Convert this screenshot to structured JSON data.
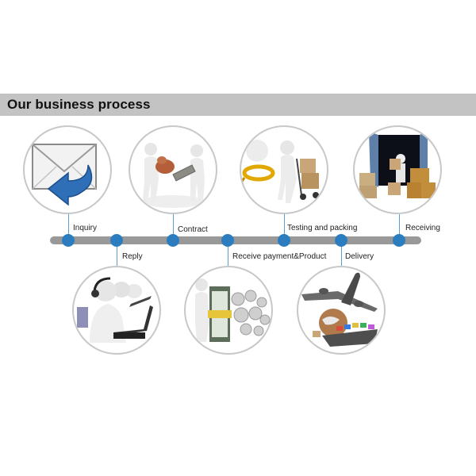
{
  "header": {
    "title": "Our business process"
  },
  "steps": [
    {
      "id": "inquiry",
      "label": "Inquiry",
      "position": "top",
      "icon": "mail-reply-icon"
    },
    {
      "id": "reply",
      "label": "Reply",
      "position": "bottom",
      "icon": "call-center-icon"
    },
    {
      "id": "contract",
      "label": "Contract",
      "position": "top",
      "icon": "stamp-contract-icon"
    },
    {
      "id": "payment",
      "label": "Receive payment&Product",
      "position": "bottom",
      "icon": "money-gears-icon"
    },
    {
      "id": "testing",
      "label": "Testing and packing",
      "position": "top",
      "icon": "inspect-pack-icon"
    },
    {
      "id": "delivery",
      "label": "Delivery",
      "position": "bottom",
      "icon": "plane-ship-globe-icon"
    },
    {
      "id": "receiving",
      "label": "Receiving",
      "position": "top",
      "icon": "container-boxes-icon"
    }
  ],
  "colors": {
    "node": "#2b7dc0",
    "connector": "#5b9fd1",
    "bar": "#999999",
    "header_bg": "#c3c3c3"
  }
}
